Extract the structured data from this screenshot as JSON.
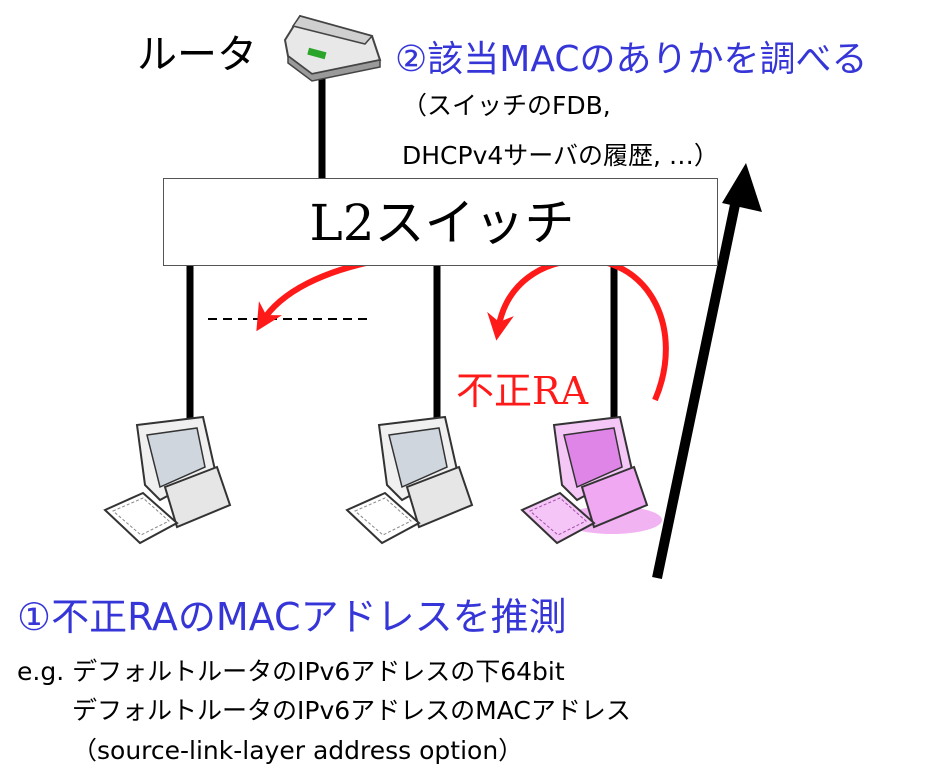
{
  "router": {
    "label": "ルータ"
  },
  "step2": {
    "title": "②該当MACのありかを調べる",
    "detail_line1": "（スイッチのFDB,",
    "detail_line2": "DHCPv4サーバの履歴, …）"
  },
  "switch": {
    "label": "L2スイッチ"
  },
  "rogue_ra": {
    "label": "不正RA"
  },
  "step1": {
    "title": "①不正RAのMACアドレスを推測",
    "example_line1": "e.g. デフォルトルータのIPv6アドレスの下64bit",
    "example_line2": "デフォルトルータのIPv6アドレスのMACアドレス",
    "example_line3": "（source-link-layer address option）"
  },
  "colors": {
    "step_text": "#3535d8",
    "rogue_arrow": "#ff1a1a",
    "rogue_pc": "#e085e8",
    "black_arrow": "#000000"
  },
  "icons": [
    "router-icon",
    "pc-icon",
    "pc-icon",
    "rogue-pc-icon"
  ]
}
